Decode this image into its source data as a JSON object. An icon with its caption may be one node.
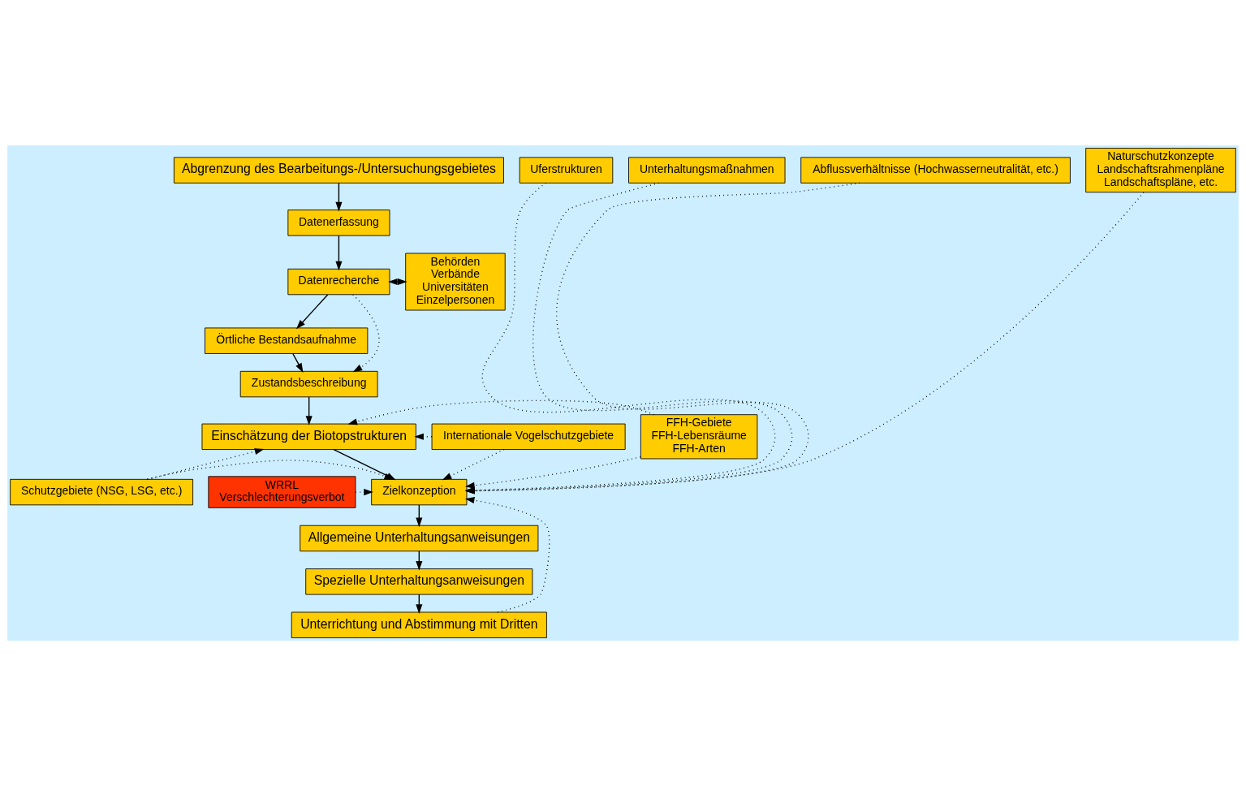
{
  "diagram": {
    "nodes": [
      {
        "text": [
          "Abgrenzung des Bearbeitungs-/Untersuchungsgebietes"
        ]
      },
      {
        "text": [
          "Datenerfassung"
        ]
      },
      {
        "text": [
          "Datenrecherche"
        ]
      },
      {
        "text": [
          "Behörden",
          "Verbände",
          "Universitäten",
          "Einzelpersonen"
        ]
      },
      {
        "text": [
          "Örtliche Bestandsaufnahme"
        ]
      },
      {
        "text": [
          "Zustandsbeschreibung"
        ]
      },
      {
        "text": [
          "Einschätzung der Biotopstrukturen"
        ]
      },
      {
        "text": [
          "Internationale Vogelschutzgebiete"
        ]
      },
      {
        "text": [
          "WRRL",
          "Verschlechterungsverbot"
        ]
      },
      {
        "text": [
          "Zielkonzeption"
        ]
      },
      {
        "text": [
          "FFH-Gebiete",
          "FFH-Lebensräume",
          "FFH-Arten"
        ]
      },
      {
        "text": [
          "Uferstrukturen"
        ]
      },
      {
        "text": [
          "Schutzgebiete (NSG, LSG, etc.)"
        ]
      },
      {
        "text": [
          "Unterhaltungsmaßnahmen"
        ]
      },
      {
        "text": [
          "Abflussverhältnisse (Hochwasserneutralität, etc.)"
        ]
      },
      {
        "text": [
          "Naturschutzkonzepte",
          "Landschaftsrahmenpläne",
          "Landschaftspläne, etc."
        ]
      },
      {
        "text": [
          "Allgemeine Unterhaltungsanweisungen"
        ]
      },
      {
        "text": [
          "Spezielle Unterhaltungsanweisungen"
        ]
      },
      {
        "text": [
          "Unterrichtung und Abstimmung mit Dritten"
        ]
      }
    ],
    "edges": [
      {
        "from": 0,
        "to": 1,
        "arrow": "to"
      },
      {
        "from": 1,
        "to": 2,
        "arrow": "to"
      },
      {
        "from": 2,
        "to": 3,
        "arrow": "both"
      },
      {
        "from": 2,
        "to": 4,
        "arrow": "to"
      },
      {
        "from": 4,
        "to": 5,
        "arrow": "to"
      },
      {
        "from": 2,
        "to": 5,
        "arrow": "to",
        "style": "dashed"
      },
      {
        "from": 5,
        "to": 6,
        "arrow": "to"
      },
      {
        "from": 6,
        "to": 9,
        "arrow": "to"
      },
      {
        "from": 7,
        "to": 6,
        "arrow": "to",
        "style": "dashed"
      },
      {
        "from": 7,
        "to": 9,
        "arrow": "to",
        "style": "dashed"
      },
      {
        "from": 8,
        "to": 9,
        "arrow": "to",
        "style": "dashed"
      },
      {
        "from": 10,
        "to": 6,
        "arrow": "to",
        "style": "dashed"
      },
      {
        "from": 10,
        "to": 9,
        "arrow": "to",
        "style": "dashed"
      },
      {
        "from": 12,
        "to": 6,
        "arrow": "to",
        "style": "dashed"
      },
      {
        "from": 12,
        "to": 9,
        "arrow": "to",
        "style": "dashed"
      },
      {
        "from": 11,
        "to": 9,
        "arrow": "to",
        "style": "dashed"
      },
      {
        "from": 13,
        "to": 9,
        "arrow": "to",
        "style": "dashed"
      },
      {
        "from": 14,
        "to": 9,
        "arrow": "to",
        "style": "dashed"
      },
      {
        "from": 15,
        "to": 9,
        "arrow": "to",
        "style": "dashed"
      },
      {
        "from": 18,
        "to": 9,
        "arrow": "to",
        "style": "dashed"
      },
      {
        "from": 9,
        "to": 16,
        "arrow": "to"
      },
      {
        "from": 16,
        "to": 17,
        "arrow": "to"
      },
      {
        "from": 17,
        "to": 18,
        "arrow": "to"
      }
    ]
  }
}
